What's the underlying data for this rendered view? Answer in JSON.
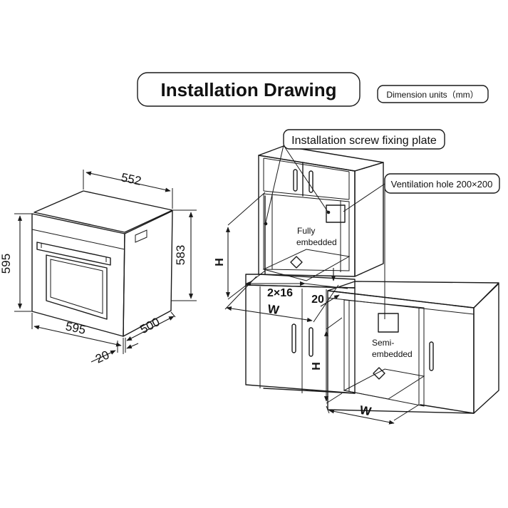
{
  "header": {
    "title": "Installation Drawing",
    "units": "Dimension units（mm）"
  },
  "oven": {
    "width_top": "552",
    "height_left": "595",
    "height_right": "583",
    "width_bottom": "595",
    "depth": "500",
    "door_offset": "20"
  },
  "cabinet": {
    "screw_plate_label": "Installation screw fixing plate",
    "vent_label": "Ventilation hole 200×200",
    "fully_embedded_line1": "Fully",
    "fully_embedded_line2": "embedded",
    "semi_embedded_line1": "Semi-",
    "semi_embedded_line2": "embedded",
    "gap_label": "2×16",
    "gap_right": "20",
    "w_upper": "W",
    "h_upper": "H",
    "h_lower": "H",
    "w_lower": "W"
  },
  "colors": {
    "ink": "#1a1a1a",
    "background": "#ffffff"
  }
}
